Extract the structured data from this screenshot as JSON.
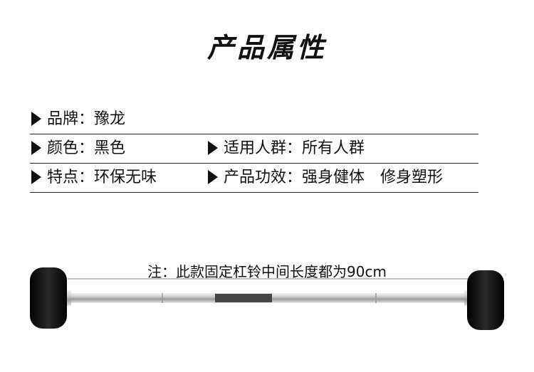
{
  "title": "产品属性",
  "attributes": {
    "brand": {
      "label": "品牌：",
      "value": "豫龙"
    },
    "color": {
      "label": "颜色：",
      "value": "黑色"
    },
    "audience": {
      "label": "适用人群：",
      "value": "所有人群"
    },
    "feature": {
      "label": "特点：",
      "value": "环保无味"
    },
    "effect": {
      "label": "产品功效：",
      "value": "强身健体　修身塑形"
    }
  },
  "note": "注：此款固定杠铃中间长度都为90cm",
  "icons": {
    "row_marker": "chevron-right-icon"
  },
  "colors": {
    "text": "#111111",
    "line": "#222222",
    "plate": "#151515",
    "bar": "#c8c8c8"
  }
}
